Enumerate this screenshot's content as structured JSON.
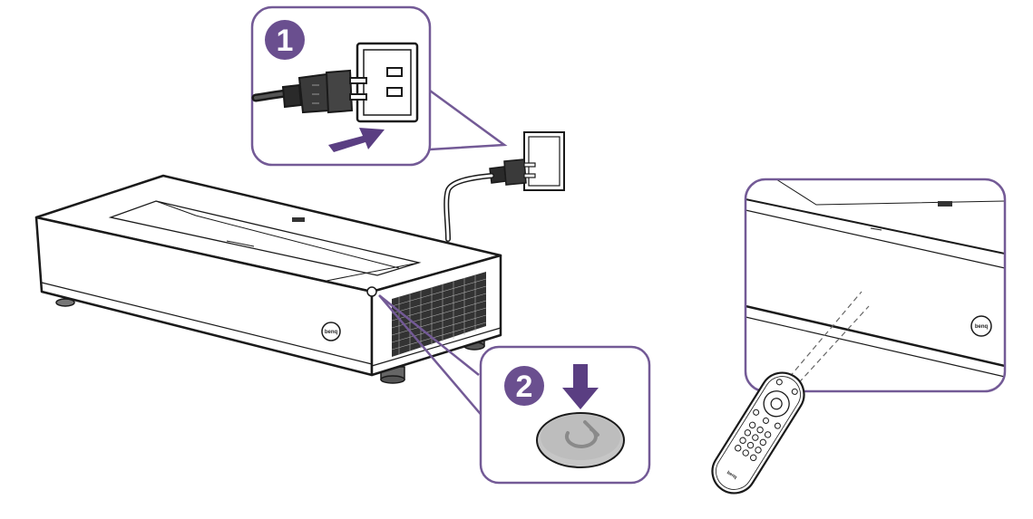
{
  "steps": [
    {
      "number": "1"
    },
    {
      "number": "2"
    }
  ],
  "brand": {
    "logo_text": "benq"
  },
  "colors": {
    "accent": "#6a4f8f",
    "callout_border": "#735a96",
    "arrow": "#5a3e82",
    "line": "#1a1a1a",
    "power_button": "#c6c6c6"
  },
  "icons": [
    "power-plug-icon",
    "wall-outlet-icon",
    "push-arrow-icon",
    "press-down-arrow-icon",
    "power-symbol-icon",
    "remote-control-icon"
  ]
}
